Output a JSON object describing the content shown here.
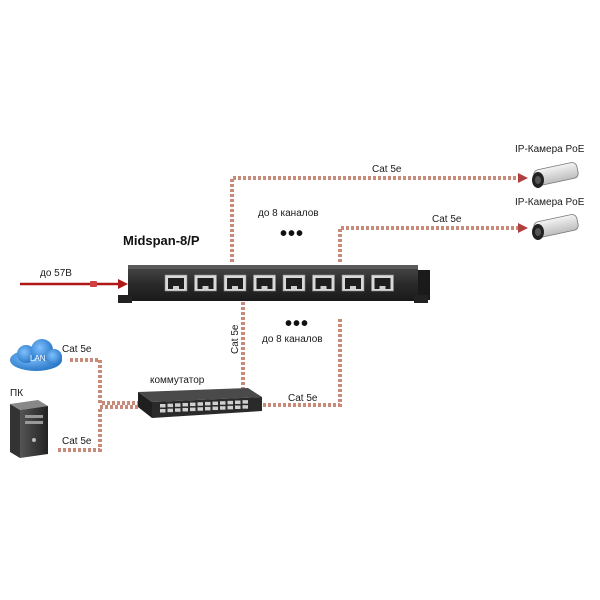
{
  "device": {
    "title": "Midspan-8/P",
    "port_count": 8
  },
  "power": {
    "label": "до 57В"
  },
  "cameras": [
    {
      "label": "IP-Камера PoE",
      "cable_label": "Cat 5e"
    },
    {
      "label": "IP-Камера PoE",
      "cable_label": "Cat 5e"
    }
  ],
  "channels_top": {
    "dots": "•••",
    "label": "до 8 каналов"
  },
  "channels_bottom": {
    "dots": "•••",
    "label": "до 8 каналов"
  },
  "switch": {
    "label": "коммутатор",
    "uplink_cable_label": "Cat 5e",
    "link_cable_label": "Cat 5e"
  },
  "network": {
    "cloud_label": "LAN",
    "lan_cable_label": "Cat 5e"
  },
  "pc": {
    "label": "ПК",
    "cable_label": "Cat 5e"
  },
  "colors": {
    "cable": "#c98a7a",
    "power_arrow": "#b01818",
    "device_body": "#2b2b2b",
    "cloud": "#2f7fd0"
  }
}
